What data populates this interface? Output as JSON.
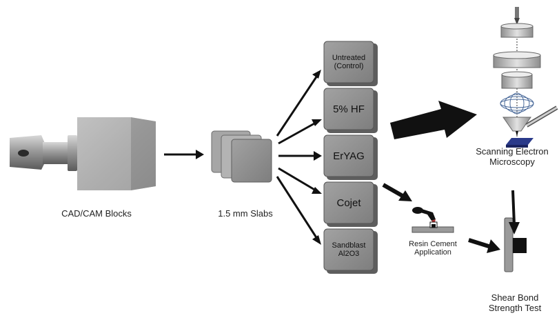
{
  "labels": {
    "blocks": "CAD/CAM Blocks",
    "slabs": "1.5 mm Slabs",
    "sem_line1": "Scanning Electron",
    "sem_line2": "Microscopy",
    "resin_line1": "Resin Cement",
    "resin_line2": "Application",
    "shear_line1": "Shear Bond",
    "shear_line2": "Strength Test"
  },
  "treatments": [
    {
      "line1": "Untreated",
      "line2": "(Control)",
      "size": "small"
    },
    {
      "line1": "5% HF",
      "line2": "",
      "size": "large"
    },
    {
      "line1": "ErYAG",
      "line2": "",
      "size": "large"
    },
    {
      "line1": "Cojet",
      "line2": "",
      "size": "large"
    },
    {
      "line1": "Sandblast",
      "line2": "Al2O3",
      "size": "small"
    }
  ],
  "colors": {
    "box_fill": "#8f8f8f",
    "box_shade": "#5e5e5e",
    "block_body": "#a9a9a9",
    "arrow": "#111111",
    "label": "#222222"
  }
}
